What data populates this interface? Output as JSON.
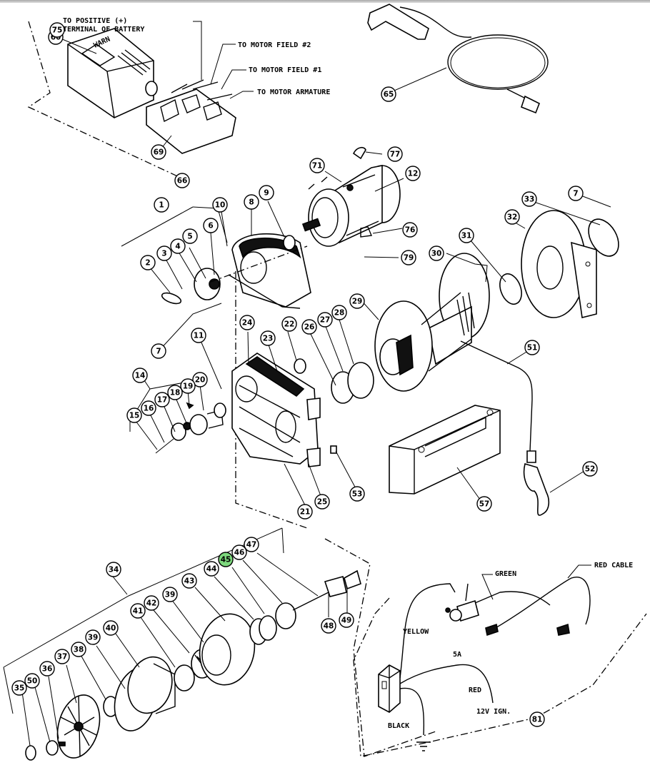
{
  "diagram": {
    "title": "Winch exploded parts diagram",
    "highlight_color": "#7dd87d",
    "highlighted_part": "45",
    "callouts": [
      {
        "num": "60"
      },
      {
        "num": "75"
      },
      {
        "num": "69"
      },
      {
        "num": "66"
      },
      {
        "num": "65"
      },
      {
        "num": "77"
      },
      {
        "num": "71"
      },
      {
        "num": "12"
      },
      {
        "num": "1"
      },
      {
        "num": "10"
      },
      {
        "num": "8"
      },
      {
        "num": "9"
      },
      {
        "num": "6"
      },
      {
        "num": "5"
      },
      {
        "num": "4"
      },
      {
        "num": "3"
      },
      {
        "num": "2"
      },
      {
        "num": "7"
      },
      {
        "num": "76"
      },
      {
        "num": "79"
      },
      {
        "num": "7"
      },
      {
        "num": "33"
      },
      {
        "num": "32"
      },
      {
        "num": "31"
      },
      {
        "num": "30"
      },
      {
        "num": "11"
      },
      {
        "num": "24"
      },
      {
        "num": "23"
      },
      {
        "num": "22"
      },
      {
        "num": "26"
      },
      {
        "num": "27"
      },
      {
        "num": "28"
      },
      {
        "num": "29"
      },
      {
        "num": "14"
      },
      {
        "num": "20"
      },
      {
        "num": "19"
      },
      {
        "num": "18"
      },
      {
        "num": "17"
      },
      {
        "num": "16"
      },
      {
        "num": "15"
      },
      {
        "num": "51"
      },
      {
        "num": "21"
      },
      {
        "num": "25"
      },
      {
        "num": "53"
      },
      {
        "num": "57"
      },
      {
        "num": "52"
      },
      {
        "num": "34"
      },
      {
        "num": "47"
      },
      {
        "num": "46"
      },
      {
        "num": "45"
      },
      {
        "num": "44"
      },
      {
        "num": "43"
      },
      {
        "num": "39"
      },
      {
        "num": "42"
      },
      {
        "num": "41"
      },
      {
        "num": "40"
      },
      {
        "num": "39"
      },
      {
        "num": "38"
      },
      {
        "num": "37"
      },
      {
        "num": "36"
      },
      {
        "num": "50"
      },
      {
        "num": "35"
      },
      {
        "num": "48"
      },
      {
        "num": "49"
      },
      {
        "num": "81"
      }
    ],
    "labels": {
      "battery_line1": "TO POSITIVE (+)",
      "battery_line2": "TERMINAL OF BATTERY",
      "field2": "TO MOTOR FIELD #2",
      "field1": "TO MOTOR FIELD #1",
      "armature": "TO MOTOR ARMATURE",
      "brand": "WARN",
      "green": "GREEN",
      "red_cable": "RED CABLE",
      "yellow": "YELLOW",
      "fuse": "5A",
      "red": "RED",
      "ign": "12V IGN.",
      "black": "BLACK"
    }
  }
}
